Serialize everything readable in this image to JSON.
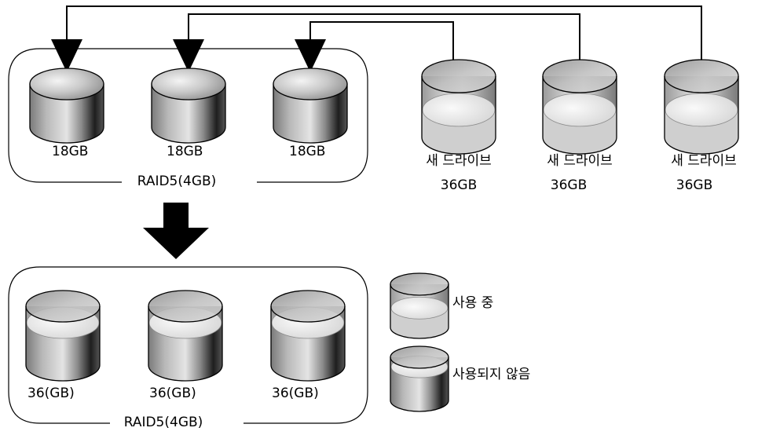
{
  "diagram": {
    "top_group": {
      "label": "RAID5(4GB)",
      "disks": [
        {
          "size": "18GB"
        },
        {
          "size": "18GB"
        },
        {
          "size": "18GB"
        }
      ]
    },
    "new_drives": [
      {
        "name": "새 드라이브",
        "size": "36GB"
      },
      {
        "name": "새 드라이브",
        "size": "36GB"
      },
      {
        "name": "새 드라이브",
        "size": "36GB"
      }
    ],
    "bottom_group": {
      "label": "RAID5(4GB)",
      "disks": [
        {
          "size": "36(GB)"
        },
        {
          "size": "36(GB)"
        },
        {
          "size": "36(GB)"
        }
      ]
    },
    "legend": {
      "used": "사용 중",
      "unused": "사용되지 않음"
    }
  }
}
